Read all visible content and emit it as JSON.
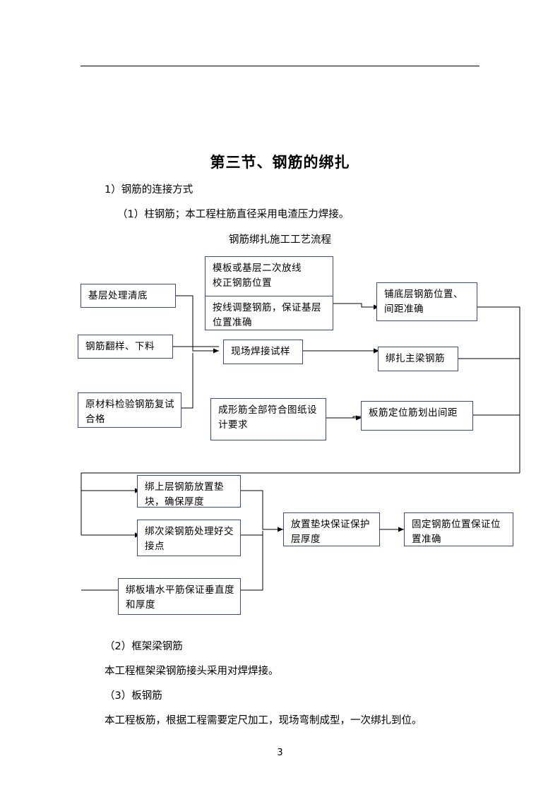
{
  "document": {
    "title": "第三节、钢筋的绑扎",
    "page_number": "3",
    "paragraphs": {
      "p1": "1）钢筋的连接方式",
      "p2": "（1）柱钢筋；本工程柱筋直径采用电渣压力焊接。",
      "flow_title": "钢筋绑扎施工工艺流程",
      "p3": "（2）框架梁钢筋",
      "p4": "本工程框架梁钢筋接头采用对焊焊接。",
      "p5": "（3）板钢筋",
      "p6": "本工程板筋，根据工程需要定尺加工，现场弯制成型，一次绑扎到位。"
    }
  },
  "flowchart": {
    "border_color": "#3b4a8c",
    "nodes": [
      {
        "id": "n1",
        "text": "基层处理清底"
      },
      {
        "id": "n2",
        "text": "钢筋翻样、下料"
      },
      {
        "id": "n3",
        "text": "原材料检验钢筋复试合格"
      },
      {
        "id": "n4",
        "text": "模板或基层二次放线\n校正钢筋位置"
      },
      {
        "id": "n5",
        "text": "按线调整钢筋，保证基层位置准确"
      },
      {
        "id": "n6",
        "text": "现场焊接试样"
      },
      {
        "id": "n7",
        "text": "成形筋全部符合图纸设计要求"
      },
      {
        "id": "n8",
        "text": "铺底层钢筋位置、间距准确"
      },
      {
        "id": "n9",
        "text": "绑扎主梁钢筋"
      },
      {
        "id": "n10",
        "text": "板筋定位筋划出间距"
      },
      {
        "id": "n11",
        "text": "绑上层钢筋放置垫块，确保厚度"
      },
      {
        "id": "n12",
        "text": "绑次梁钢筋处理好交接点"
      },
      {
        "id": "n13",
        "text": "绑板墙水平筋保证垂直度和厚度"
      },
      {
        "id": "n14",
        "text": "放置垫块保证保护层厚度"
      },
      {
        "id": "n15",
        "text": "固定钢筋位置保证位置准确"
      }
    ]
  }
}
